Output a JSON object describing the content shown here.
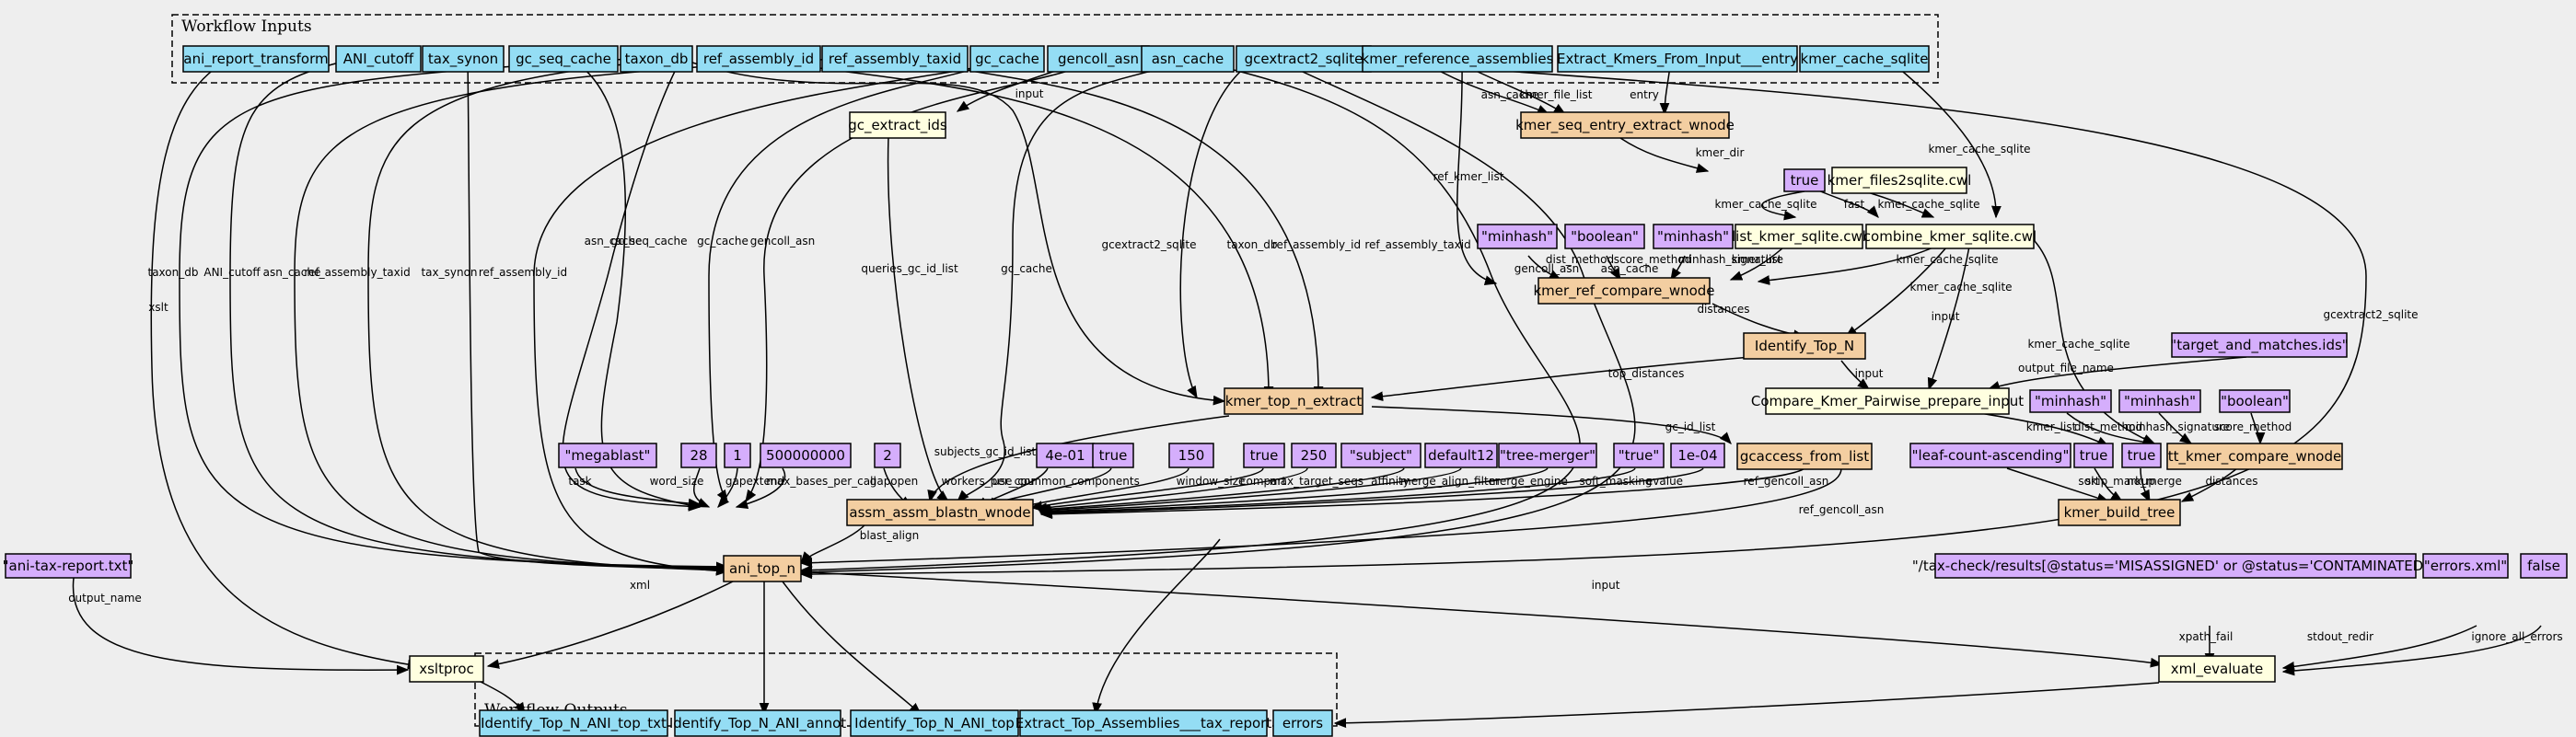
{
  "clusters": {
    "inputs": "Workflow Inputs",
    "outputs": "Workflow Outputs"
  },
  "colors": {
    "background": "#eeeeee",
    "input": "#94ddf4",
    "output": "#94ddf4",
    "step": "#ffffe0",
    "subworkflow": "#f3cea1",
    "constant": "#d5aefc",
    "edge": "#000000"
  },
  "nodes": [
    {
      "id": "ani_report_transform",
      "label": "ani_report_transform",
      "kind": "input"
    },
    {
      "id": "ANI_cutoff",
      "label": "ANI_cutoff",
      "kind": "input"
    },
    {
      "id": "tax_synon",
      "label": "tax_synon",
      "kind": "input"
    },
    {
      "id": "gc_seq_cache",
      "label": "gc_seq_cache",
      "kind": "input"
    },
    {
      "id": "taxon_db",
      "label": "taxon_db",
      "kind": "input"
    },
    {
      "id": "ref_assembly_id",
      "label": "ref_assembly_id",
      "kind": "input"
    },
    {
      "id": "ref_assembly_taxid",
      "label": "ref_assembly_taxid",
      "kind": "input"
    },
    {
      "id": "gc_cache",
      "label": "gc_cache",
      "kind": "input"
    },
    {
      "id": "gencoll_asn",
      "label": "gencoll_asn",
      "kind": "input"
    },
    {
      "id": "asn_cache",
      "label": "asn_cache",
      "kind": "input"
    },
    {
      "id": "gcextract2_sqlite",
      "label": "gcextract2_sqlite",
      "kind": "input"
    },
    {
      "id": "kmer_reference_assemblies",
      "label": "kmer_reference_assemblies",
      "kind": "input"
    },
    {
      "id": "Extract_Kmers_From_Input___entry",
      "label": "Extract_Kmers_From_Input___entry",
      "kind": "input"
    },
    {
      "id": "kmer_cache_sqlite",
      "label": "kmer_cache_sqlite",
      "kind": "input"
    },
    {
      "id": "kmer_seq_entry_extract_wnode",
      "label": "kmer_seq_entry_extract_wnode",
      "kind": "subworkflow"
    },
    {
      "id": "gc_extract_ids",
      "label": "gc_extract_ids",
      "kind": "step"
    },
    {
      "id": "c_true_1",
      "label": "true",
      "kind": "constant"
    },
    {
      "id": "kmer_files2sqlite",
      "label": "kmer_files2sqlite.cwl",
      "kind": "step"
    },
    {
      "id": "c_minhash_1",
      "label": "\"minhash\"",
      "kind": "constant"
    },
    {
      "id": "c_boolean_1",
      "label": "\"boolean\"",
      "kind": "constant"
    },
    {
      "id": "c_minhash_2",
      "label": "\"minhash\"",
      "kind": "constant"
    },
    {
      "id": "list_kmer_sqlite",
      "label": "list_kmer_sqlite.cwl",
      "kind": "step"
    },
    {
      "id": "combine_kmer_sqlite",
      "label": "combine_kmer_sqlite.cwl",
      "kind": "step"
    },
    {
      "id": "kmer_ref_compare_wnode",
      "label": "kmer_ref_compare_wnode",
      "kind": "subworkflow"
    },
    {
      "id": "Identify_Top_N",
      "label": "Identify_Top_N",
      "kind": "subworkflow"
    },
    {
      "id": "c_target_and_matches",
      "label": "\"target_and_matches.ids\"",
      "kind": "constant"
    },
    {
      "id": "kmer_top_n_extract",
      "label": "kmer_top_n_extract",
      "kind": "subworkflow"
    },
    {
      "id": "Compare_Kmer_Pairwise_prepare_input",
      "label": "Compare_Kmer_Pairwise_prepare_input",
      "kind": "step"
    },
    {
      "id": "c_minhash_3",
      "label": "\"minhash\"",
      "kind": "constant"
    },
    {
      "id": "c_minhash_4",
      "label": "\"minhash\"",
      "kind": "constant"
    },
    {
      "id": "c_boolean_2",
      "label": "\"boolean\"",
      "kind": "constant"
    },
    {
      "id": "c_megablast",
      "label": "\"megablast\"",
      "kind": "constant"
    },
    {
      "id": "c_28",
      "label": "28",
      "kind": "constant"
    },
    {
      "id": "c_1",
      "label": "1",
      "kind": "constant"
    },
    {
      "id": "c_500000000",
      "label": "500000000",
      "kind": "constant"
    },
    {
      "id": "c_2",
      "label": "2",
      "kind": "constant"
    },
    {
      "id": "c_4e01",
      "label": "4e-01",
      "kind": "constant"
    },
    {
      "id": "c_true_2",
      "label": "true",
      "kind": "constant"
    },
    {
      "id": "c_150",
      "label": "150",
      "kind": "constant"
    },
    {
      "id": "c_true_3",
      "label": "true",
      "kind": "constant"
    },
    {
      "id": "c_250",
      "label": "250",
      "kind": "constant"
    },
    {
      "id": "c_subject",
      "label": "\"subject\"",
      "kind": "constant"
    },
    {
      "id": "c_default12",
      "label": "default12",
      "kind": "constant"
    },
    {
      "id": "c_tree_merger",
      "label": "\"tree-merger\"",
      "kind": "constant"
    },
    {
      "id": "c_true_str",
      "label": "\"true\"",
      "kind": "constant"
    },
    {
      "id": "c_1e04",
      "label": "1e-04",
      "kind": "constant"
    },
    {
      "id": "gcaccess_from_list",
      "label": "gcaccess_from_list",
      "kind": "subworkflow"
    },
    {
      "id": "c_leaf_count",
      "label": "\"leaf-count-ascending\"",
      "kind": "constant"
    },
    {
      "id": "c_true_4",
      "label": "true",
      "kind": "constant"
    },
    {
      "id": "c_true_5",
      "label": "true",
      "kind": "constant"
    },
    {
      "id": "tt_kmer_compare_wnode",
      "label": "tt_kmer_compare_wnode",
      "kind": "subworkflow"
    },
    {
      "id": "kmer_build_tree",
      "label": "kmer_build_tree",
      "kind": "subworkflow"
    },
    {
      "id": "assm_assm_blastn_wnode",
      "label": "assm_assm_blastn_wnode",
      "kind": "subworkflow"
    },
    {
      "id": "c_ani_tax_report",
      "label": "\"ani-tax-report.txt\"",
      "kind": "constant"
    },
    {
      "id": "ani_top_n",
      "label": "ani_top_n",
      "kind": "subworkflow"
    },
    {
      "id": "c_xpath",
      "label": "\"/tax-check/results[@status='MISASSIGNED' or @status='CONTAMINATED']\"",
      "kind": "constant"
    },
    {
      "id": "c_errors_xml",
      "label": "\"errors.xml\"",
      "kind": "constant"
    },
    {
      "id": "c_false",
      "label": "false",
      "kind": "constant"
    },
    {
      "id": "xsltproc",
      "label": "xsltproc",
      "kind": "step"
    },
    {
      "id": "xml_evaluate",
      "label": "xml_evaluate",
      "kind": "step"
    },
    {
      "id": "out_txt",
      "label": "Identify_Top_N_ANI_top_txt",
      "kind": "output"
    },
    {
      "id": "out_annot",
      "label": "Identify_Top_N_ANI_annot",
      "kind": "output"
    },
    {
      "id": "out_top",
      "label": "Identify_Top_N_ANI_top",
      "kind": "output"
    },
    {
      "id": "out_tax_report",
      "label": "Extract_Top_Assemblies___tax_report",
      "kind": "output"
    },
    {
      "id": "out_errors",
      "label": "errors",
      "kind": "output"
    }
  ],
  "edge_labels": [
    "input",
    "asn_cache",
    "kmer_file_list",
    "entry",
    "kmer_dir",
    "kmer_cache_sqlite",
    "kmer_cache_sqlite",
    "fast",
    "kmer_cache_sqlite",
    "dist_method",
    "score_method",
    "minhash_signature",
    "kmer_list",
    "kmer_cache_sqlite",
    "ref_kmer_list",
    "distances",
    "kmer_cache_sqlite",
    "input",
    "kmer_cache_sqlite",
    "output_file_name",
    "top_distances",
    "input",
    "gc_id_list",
    "kmer_list",
    "dist_method",
    "minhash_signature",
    "score_method",
    "sort",
    "skip_markup",
    "no_merge",
    "distances",
    "xslt",
    "taxon_db",
    "ANI_cutoff",
    "asn_cache",
    "ref_assembly_taxid",
    "tax_synon",
    "ref_assembly_id",
    "asn_cache",
    "gc_seq_cache",
    "gc_cache",
    "gencoll_asn",
    "queries_gc_id_list",
    "gc_cache",
    "gcextract2_sqlite",
    "taxon_db",
    "ref_assembly_id",
    "ref_assembly_taxid",
    "gencoll_asn",
    "asn_cache",
    "gcextract2_sqlite",
    "subjects_gc_id_list",
    "task",
    "word_size",
    "gapextend",
    "max_bases_per_call",
    "gapopen",
    "workers_per_cpu",
    "use_common_components",
    "window_size",
    "compart",
    "max_target_seqs",
    "affinity",
    "merge_align_filter",
    "merge_engine",
    "soft_masking",
    "evalue",
    "ref_gencoll_asn",
    "ref_gencoll_asn",
    "blast_align",
    "output_name",
    "xml",
    "input",
    "xpath_fail",
    "stdout_redir",
    "ignore_all_errors"
  ]
}
